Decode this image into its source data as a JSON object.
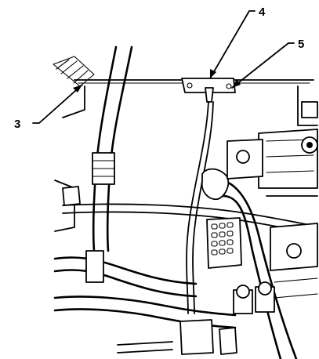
{
  "callouts": [
    {
      "label": "3"
    },
    {
      "label": "4"
    },
    {
      "label": "5"
    }
  ],
  "colors": {
    "line": "#000000",
    "background": "#ffffff"
  }
}
